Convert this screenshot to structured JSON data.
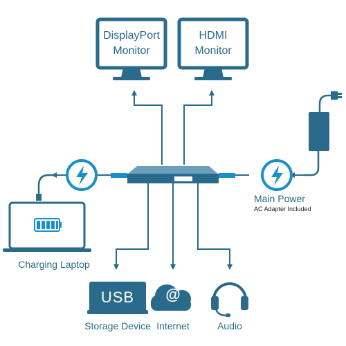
{
  "colors": {
    "primary": "#2a6a8a",
    "accent": "#1a8fc8",
    "text_dark": "#1a1a1a"
  },
  "monitors": [
    {
      "line1": "DisplayPort",
      "line2": "Monitor",
      "icon": "monitor-icon"
    },
    {
      "line1": "HDMI",
      "line2": "Monitor",
      "icon": "monitor-icon"
    }
  ],
  "left": {
    "label": "Charging Laptop",
    "icon": "laptop-battery-icon",
    "power_icon": "lightning-bolt-icon"
  },
  "right": {
    "label": "Main Power",
    "sublabel": "AC Adapter Included",
    "icon": "power-adapter-icon",
    "power_icon": "lightning-bolt-icon"
  },
  "bottom": {
    "storage": {
      "icon_text": "USB",
      "label": "Storage Device",
      "icon": "usb-drive-icon"
    },
    "internet": {
      "icon_text": "@",
      "label": "Internet",
      "icon": "cloud-icon"
    },
    "audio": {
      "label": "Audio",
      "icon": "headset-icon"
    }
  },
  "hub": {
    "icon": "docking-station-icon"
  }
}
